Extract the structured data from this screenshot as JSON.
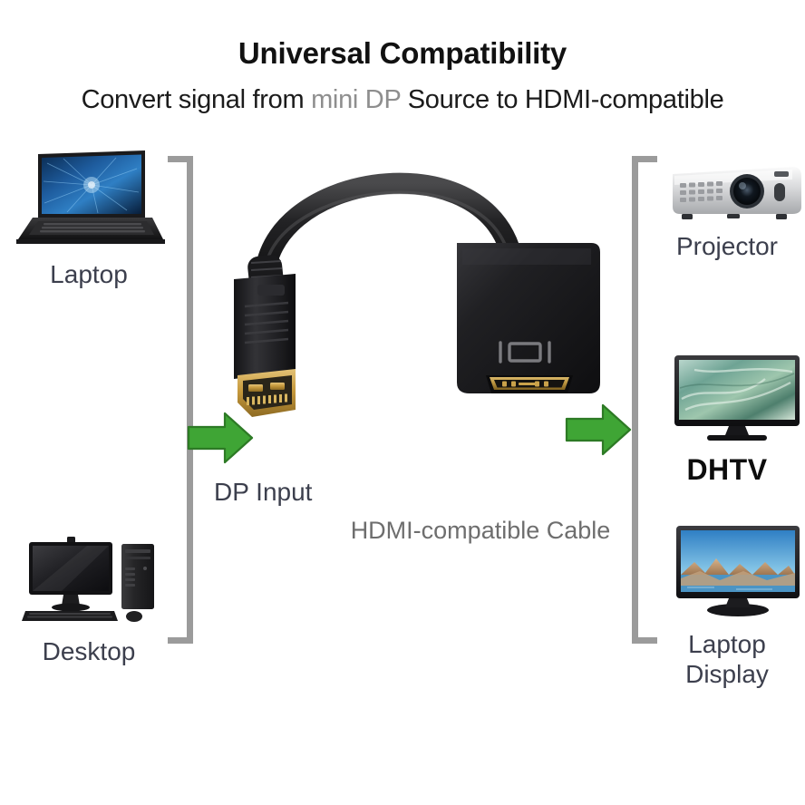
{
  "page": {
    "background": "#ffffff",
    "title": "Universal Compatibility",
    "subtitle": {
      "part1": "Convert signal from ",
      "highlight": "mini DP",
      "part2": " Source to HDMI-compatible"
    }
  },
  "colors": {
    "title_text": "#111111",
    "subtitle_text": "#1b1b1b",
    "subtitle_dim": "#8e8e8e",
    "label_text": "#3c3f4d",
    "caption_text": "#6e6e6e",
    "bracket": "#9b9b9b",
    "arrow_green": "#3fa535",
    "arrow_green_dark": "#2d7a25",
    "adapter_black": "#1c1c1c",
    "port_gold": "#c79a3d"
  },
  "left_group": {
    "bracket_name": "left-source-bracket",
    "items": [
      {
        "id": "laptop",
        "label": "Laptop",
        "icon": "laptop-icon"
      },
      {
        "id": "desktop",
        "label": "Desktop",
        "icon": "desktop-computer-icon"
      }
    ],
    "arrow": {
      "name": "green-arrow-right",
      "direction": "right"
    },
    "arrow_label": "DP Input"
  },
  "center": {
    "product_name": "dp-to-hdmi-adapter",
    "connector_label": "displayport-male-connector",
    "adapter_body_label": "hdmi-female-adapter-body",
    "adapter_icon": "display-monitor-icon",
    "caption": "HDMI-compatible Cable"
  },
  "right_group": {
    "bracket_name": "right-output-bracket",
    "arrow": {
      "name": "green-arrow-right",
      "direction": "right"
    },
    "items": [
      {
        "id": "projector",
        "label": "Projector",
        "icon": "projector-icon"
      },
      {
        "id": "dhtv",
        "label": "DHTV",
        "icon": "television-icon"
      },
      {
        "id": "laptop-display",
        "label": "Laptop\nDisplay",
        "label_line1": "Laptop",
        "label_line2": "Display",
        "icon": "monitor-icon"
      }
    ]
  }
}
